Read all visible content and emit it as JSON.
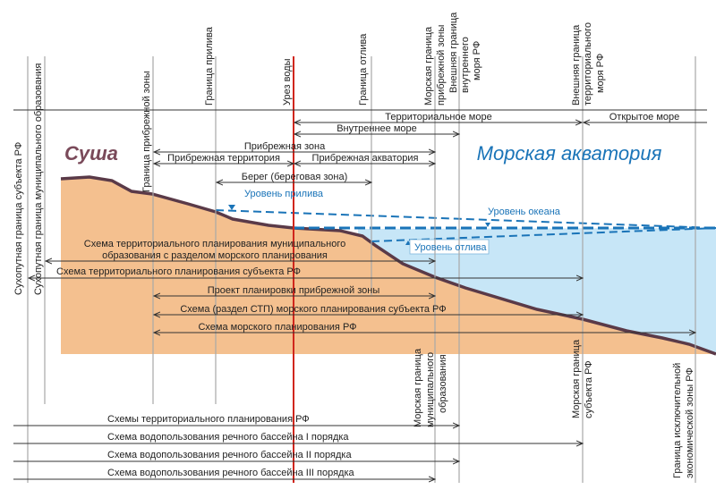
{
  "colors": {
    "land": "#f4c08f",
    "sea": "#c7e6f7",
    "shore": "#5a3a48",
    "waterline": "#d0261c",
    "accent": "#1a74b8",
    "land_title": "#7a4a5a"
  },
  "titles": {
    "land": "Суша",
    "sea": "Морская акватория"
  },
  "top_boundaries": {
    "subject": "Сухопутная граница субъекта РФ",
    "municipal": "Сухопутная граница муниципального образования",
    "coastal_zone": "Граница прибрежной зоны",
    "high_tide": "Граница прилива",
    "waterline": "Урез воды",
    "low_tide": "Граница отлива",
    "sea_coastal": [
      "Морская граница",
      "прибрежной зоны"
    ],
    "inner_sea": [
      "Внешняя граница",
      "внутреннего",
      "моря РФ"
    ],
    "terr_sea": [
      "Внешняя граница",
      "территориального",
      "моря РФ"
    ]
  },
  "zones": {
    "territorial_sea": "Территориальное море",
    "open_sea": "Открытое море",
    "inner_sea": "Внутреннее море",
    "coastal_zone": "Прибрежная зона",
    "coastal_territory": "Прибрежная территория",
    "coastal_aquatory": "Прибрежная акватория",
    "shore": "Берег (береговая зона)"
  },
  "levels": {
    "high": "Уровень прилива",
    "ocean": "Уровень океана",
    "low": "Уровень отлива"
  },
  "schemes": {
    "municipal": [
      "Схема территориального планирования муниципального",
      "образования с разделом морского планирования"
    ],
    "subject": "Схема территориального планирования субъекта РФ",
    "coastal_project": "Проект планировки прибрежной зоны",
    "subject_marine": "Схема (раздел СТП) морского планирования субъекта РФ",
    "rf_marine": "Схема морского планирования РФ"
  },
  "bottom_boundaries": {
    "municipal_sea": [
      "Морская граница",
      "муниципального",
      "образования"
    ],
    "subject_sea": [
      "Морская граница",
      "субъекта РФ"
    ],
    "eez": [
      "Граница исключительной",
      "экономической зоны РФ"
    ]
  },
  "bottom_schemes": [
    "Схемы территориального планирования РФ",
    "Схема водопользования речного бассейна I порядка",
    "Схема водопользования речного бассейна II порядка",
    "Схема водопользования речного бассейна III порядка"
  ]
}
